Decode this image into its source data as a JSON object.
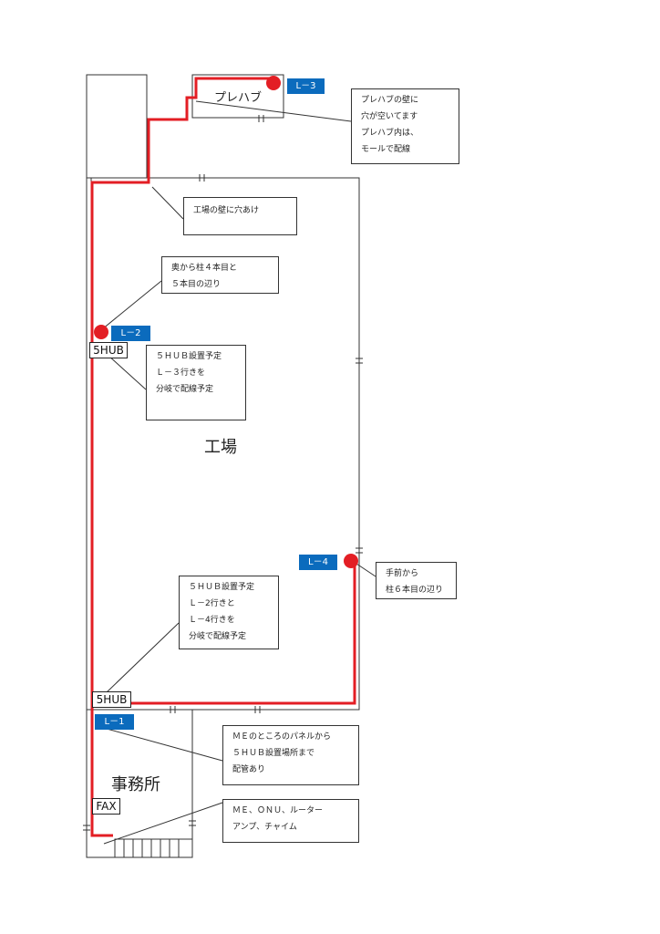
{
  "colors": {
    "route": "#e31e24",
    "tag_bg": "#0b6bbd",
    "wall": "#333333"
  },
  "rooms": {
    "prefab": "プレハブ",
    "factory": "工場",
    "office": "事務所"
  },
  "tags": {
    "l1": "L－1",
    "l2": "L－2",
    "l3": "L－3",
    "l4": "L－4"
  },
  "devices": {
    "hub_upper": "5HUB",
    "hub_lower": "5HUB",
    "fax": "FAX"
  },
  "notes": {
    "prefab_wall": [
      "プレハブの壁に",
      "穴が空いてます",
      "プレハブ内は、",
      "モールで配線"
    ],
    "factory_wall": [
      "工場の壁に穴あけ"
    ],
    "l2_location": [
      "奥から柱４本目と",
      "５本目の辺り"
    ],
    "hub_upper_plan": [
      "５ＨＵＢ設置予定",
      "Ｌ－３行きを",
      "分岐で配線予定"
    ],
    "l4_location": [
      "手前から",
      "柱６本目の辺り"
    ],
    "hub_lower_plan": [
      "５ＨＵＢ設置予定",
      "Ｌ－2行きと",
      "Ｌ－4行きを",
      "分岐で配線予定"
    ],
    "conduit": [
      "ＭＥのところのパネルから",
      "５ＨＵＢ設置場所まで",
      "配管あり"
    ],
    "equipment": [
      "ＭＥ、ＯＮＵ、ルーター",
      "アンプ、チャイム"
    ]
  }
}
